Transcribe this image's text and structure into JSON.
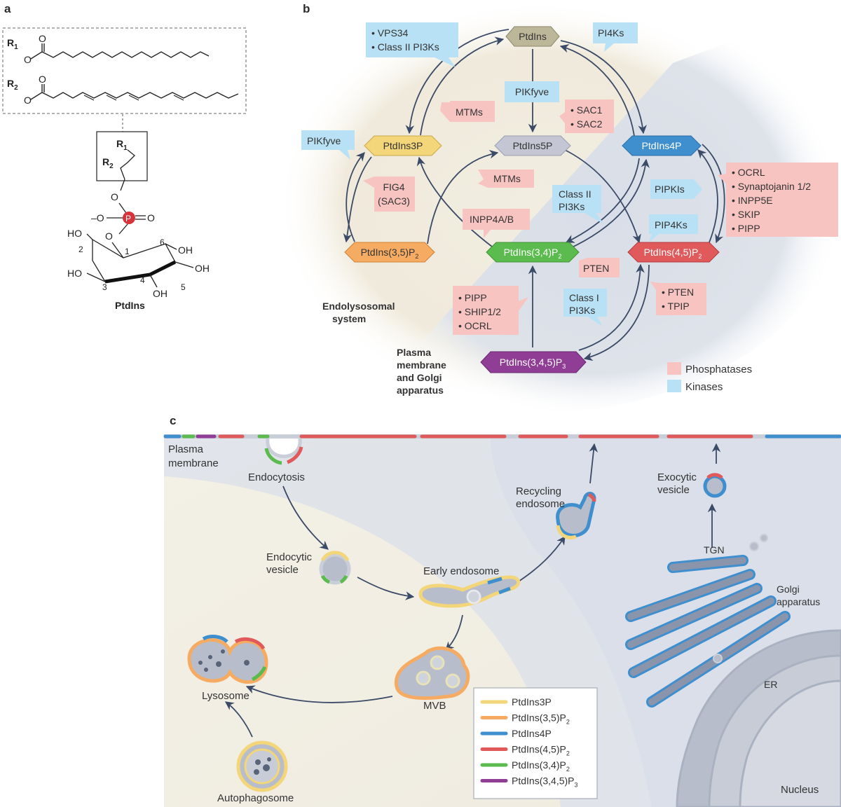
{
  "panels": {
    "a": "a",
    "b": "b",
    "c": "c"
  },
  "colors": {
    "ptdins": "#bdb79a",
    "ptdins3p": "#f3d57a",
    "ptdins35p2": "#f6ab62",
    "ptdins4p": "#3f8fcf",
    "ptdins45p2": "#e05a5c",
    "ptdins34p2": "#5bbb4f",
    "ptdins345p3": "#8f3d95",
    "ptdins5p": "#c4c7d3",
    "phosphatase": "#f7c4c1",
    "kinase": "#b9e1f5",
    "membrane_bg": "#dde2ea",
    "cytosol_bg": "#f4f1e8"
  },
  "panel_a": {
    "r1": "R",
    "r1_sub": "1",
    "r2": "R",
    "r2_sub": "2",
    "oxygen": "O",
    "phosphorus": "P",
    "phosphate_minus": "–O",
    "ho": "HO",
    "oh": "OH",
    "positions": [
      "1",
      "2",
      "3",
      "4",
      "5",
      "6"
    ],
    "name": "PtdIns"
  },
  "panel_b": {
    "nodes": {
      "ptdins": "PtdIns",
      "ptdins3p": "PtdIns3P",
      "ptdins5p": "PtdIns5P",
      "ptdins4p": "PtdIns4P",
      "ptdins35p2": "PtdIns(3,5)P",
      "ptdins34p2": "PtdIns(3,4)P",
      "ptdins45p2": "PtdIns(4,5)P",
      "ptdins345p3": "PtdIns(3,4,5)P",
      "sub2": "2",
      "sub3": "3"
    },
    "kinases": {
      "vps34": [
        "• VPS34",
        "• Class II PI3Ks"
      ],
      "pi4ks": "PI4Ks",
      "pikfyve_center": "PIKfyve",
      "pikfyve_left": "PIKfyve",
      "class2": [
        "Class II",
        "PI3Ks"
      ],
      "pipkis": "PIPKIs",
      "pip4ks": "PIP4Ks",
      "class1": [
        "Class I",
        "PI3Ks"
      ]
    },
    "phosphatases": {
      "mtms_top": "MTMs",
      "sac": [
        "• SAC1",
        "• SAC2"
      ],
      "fig4": [
        "FIG4",
        "(SAC3)"
      ],
      "mtms_mid": "MTMs",
      "inpp4": "INPP4A/B",
      "pten_mid": "PTEN",
      "ocrl_list": [
        "• OCRL",
        "• Synaptojanin 1/2",
        "• INPP5E",
        "• SKIP",
        "• PIPP"
      ],
      "pipp_list": [
        "• PIPP",
        "• SHIP1/2",
        "• OCRL"
      ],
      "pten_tpip": [
        "• PTEN",
        "• TPIP"
      ]
    },
    "regions": {
      "endolysosomal": [
        "Endolysosomal",
        "system"
      ],
      "plasma": [
        "Plasma",
        "membrane",
        "and Golgi",
        "apparatus"
      ]
    },
    "legend": {
      "phosphatases": "Phosphatases",
      "kinases": "Kinases"
    }
  },
  "panel_c": {
    "labels": {
      "plasma_membrane": [
        "Plasma",
        "membrane"
      ],
      "endocytosis": "Endocytosis",
      "endocytic_vesicle": [
        "Endocytic",
        "vesicle"
      ],
      "early_endosome": "Early endosome",
      "recycling_endosome": [
        "Recycling",
        "endosome"
      ],
      "exocytic_vesicle": [
        "Exocytic",
        "vesicle"
      ],
      "tgn": "TGN",
      "golgi": [
        "Golgi",
        "apparatus"
      ],
      "er": "ER",
      "nucleus": "Nucleus",
      "mvb": "MVB",
      "lysosome": "Lysosome",
      "autophagosome": "Autophagosome"
    },
    "legend": [
      {
        "label": "PtdIns3P",
        "sub": "",
        "color": "#f3d57a"
      },
      {
        "label": "PtdIns(3,5)P",
        "sub": "2",
        "color": "#f6ab62"
      },
      {
        "label": "PtdIns4P",
        "sub": "",
        "color": "#3f8fcf"
      },
      {
        "label": "PtdIns(4,5)P",
        "sub": "2",
        "color": "#e05a5c"
      },
      {
        "label": "PtdIns(3,4)P",
        "sub": "2",
        "color": "#5bbb4f"
      },
      {
        "label": "PtdIns(3,4,5)P",
        "sub": "3",
        "color": "#8f3d95"
      }
    ]
  }
}
